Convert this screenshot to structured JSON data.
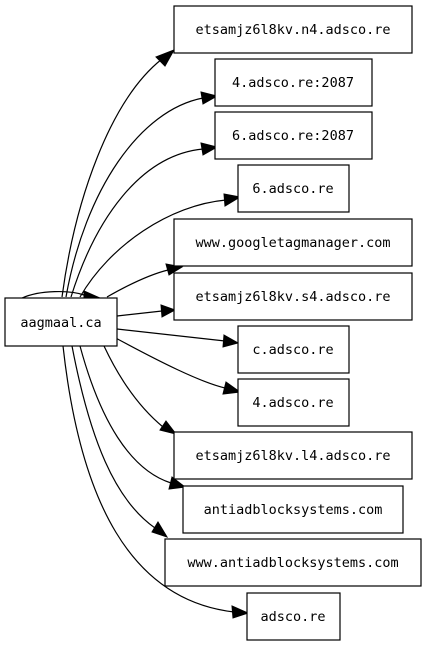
{
  "graph": {
    "source": {
      "id": "aagmaal",
      "label": "aagmaal.ca"
    },
    "targets": [
      {
        "id": "n4",
        "label": "etsamjz6l8kv.n4.adsco.re"
      },
      {
        "id": "p4",
        "label": "4.adsco.re:2087"
      },
      {
        "id": "p6",
        "label": "6.adsco.re:2087"
      },
      {
        "id": "h6",
        "label": "6.adsco.re"
      },
      {
        "id": "gtm",
        "label": "www.googletagmanager.com"
      },
      {
        "id": "s4",
        "label": "etsamjz6l8kv.s4.adsco.re"
      },
      {
        "id": "c",
        "label": "c.adsco.re"
      },
      {
        "id": "h4",
        "label": "4.adsco.re"
      },
      {
        "id": "l4",
        "label": "etsamjz6l8kv.l4.adsco.re"
      },
      {
        "id": "anti",
        "label": "antiadblocksystems.com"
      },
      {
        "id": "wanti",
        "label": "www.antiadblocksystems.com"
      },
      {
        "id": "root",
        "label": "adsco.re"
      }
    ],
    "edges": [
      {
        "from": "aagmaal",
        "to": "aagmaal"
      },
      {
        "from": "aagmaal",
        "to": "n4"
      },
      {
        "from": "aagmaal",
        "to": "p4"
      },
      {
        "from": "aagmaal",
        "to": "p6"
      },
      {
        "from": "aagmaal",
        "to": "h6"
      },
      {
        "from": "aagmaal",
        "to": "gtm"
      },
      {
        "from": "aagmaal",
        "to": "s4"
      },
      {
        "from": "aagmaal",
        "to": "c"
      },
      {
        "from": "aagmaal",
        "to": "h4"
      },
      {
        "from": "aagmaal",
        "to": "l4"
      },
      {
        "from": "aagmaal",
        "to": "anti"
      },
      {
        "from": "aagmaal",
        "to": "wanti"
      },
      {
        "from": "aagmaal",
        "to": "root"
      }
    ]
  }
}
